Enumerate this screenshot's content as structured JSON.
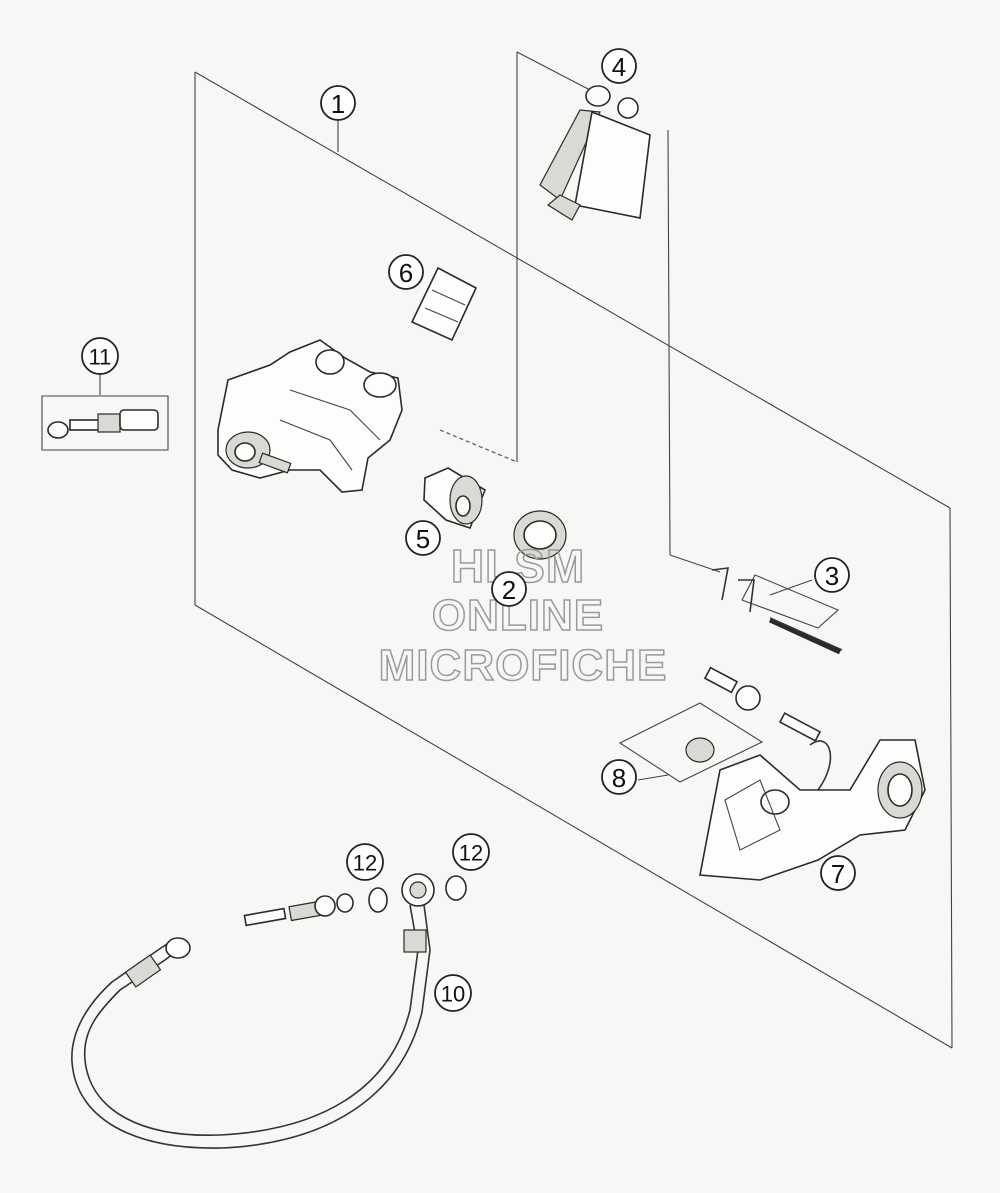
{
  "callouts": [
    {
      "id": "c1",
      "label": "1"
    },
    {
      "id": "c2",
      "label": "2"
    },
    {
      "id": "c3",
      "label": "3"
    },
    {
      "id": "c4",
      "label": "4"
    },
    {
      "id": "c5",
      "label": "5"
    },
    {
      "id": "c6",
      "label": "6"
    },
    {
      "id": "c7",
      "label": "7"
    },
    {
      "id": "c8",
      "label": "8"
    },
    {
      "id": "c10",
      "label": "10"
    },
    {
      "id": "c11",
      "label": "11"
    },
    {
      "id": "c12a",
      "label": "12"
    },
    {
      "id": "c12b",
      "label": "12"
    }
  ],
  "watermark": {
    "line1": "HLSM",
    "line2": "ONLINE",
    "line3": "MICROFICHE"
  }
}
